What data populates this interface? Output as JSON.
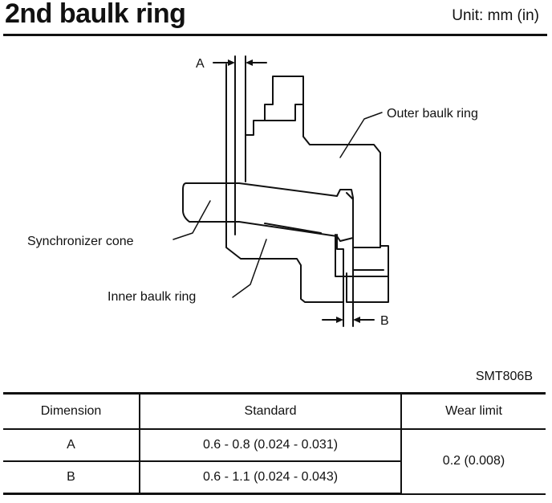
{
  "header": {
    "title": "2nd baulk ring",
    "unit": "Unit: mm (in)"
  },
  "diagram": {
    "labels": {
      "dim_a": "A",
      "dim_b": "B",
      "outer_ring": "Outer baulk ring",
      "sync_cone": "Synchronizer cone",
      "inner_ring": "Inner baulk ring"
    },
    "figure_id": "SMT806B"
  },
  "table": {
    "headers": [
      "Dimension",
      "Standard",
      "Wear limit"
    ],
    "rows": [
      {
        "dimension": "A",
        "standard": "0.6 - 0.8 (0.024 - 0.031)"
      },
      {
        "dimension": "B",
        "standard": "0.6 - 1.1 (0.024 - 0.043)"
      }
    ],
    "wear_limit": "0.2 (0.008)"
  }
}
